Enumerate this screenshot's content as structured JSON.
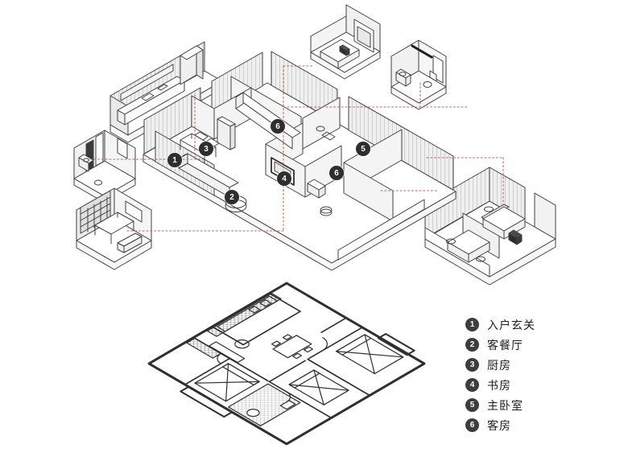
{
  "legend": {
    "items": [
      {
        "number": "1",
        "label": "入户玄关"
      },
      {
        "number": "2",
        "label": "客餐厅"
      },
      {
        "number": "3",
        "label": "厨房"
      },
      {
        "number": "4",
        "label": "书房"
      },
      {
        "number": "5",
        "label": "主卧室"
      },
      {
        "number": "6",
        "label": "客房"
      }
    ]
  },
  "plan_markers": [
    {
      "number": "1"
    },
    {
      "number": "3"
    },
    {
      "number": "6"
    },
    {
      "number": "5"
    },
    {
      "number": "6"
    },
    {
      "number": "4"
    },
    {
      "number": "2"
    }
  ],
  "colors": {
    "leader_line": "#bd6a5e",
    "drawing_ink": "#404040",
    "marker_background": "#2e2e2e"
  }
}
